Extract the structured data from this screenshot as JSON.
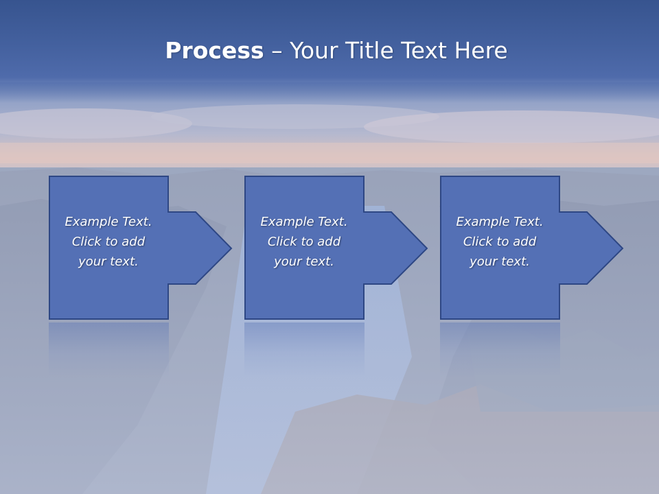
{
  "slide": {
    "title_bold": "Process",
    "title_rest": " – Your Title Text Here"
  },
  "steps": [
    {
      "label": "Example Text.\nClick  to add\nyour text."
    },
    {
      "label": "Example Text.\nClick  to add\nyour text."
    },
    {
      "label": "Example Text.\nClick  to add\nyour text."
    }
  ],
  "colors": {
    "title_band": "#44619f",
    "shape_fill": "#5470b5",
    "shape_border": "#2e4784",
    "text": "#ffffff"
  }
}
